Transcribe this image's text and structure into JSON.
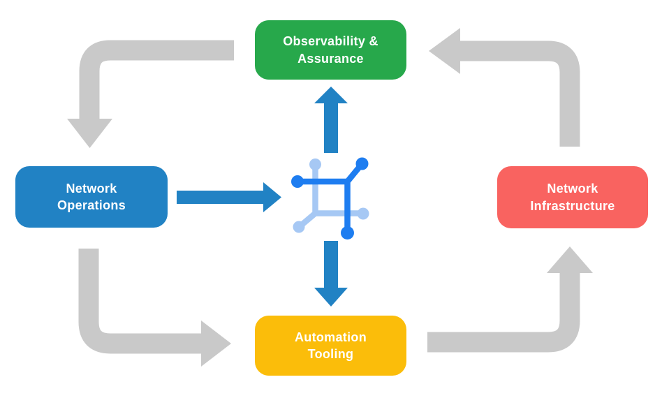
{
  "diagram": {
    "description": "Closed-loop network automation cycle diagram with four stages around a central network platform icon",
    "nodes": [
      {
        "id": "observability-assurance",
        "label": "Observability &\nAssurance",
        "color": "#27A84B"
      },
      {
        "id": "network-operations",
        "label": "Network\nOperations",
        "color": "#2182C4"
      },
      {
        "id": "network-infrastructure",
        "label": "Network\nInfrastructure",
        "color": "#F96360"
      },
      {
        "id": "automation-tooling",
        "label": "Automation\nTooling",
        "color": "#FBBD0A"
      }
    ],
    "flows": [
      {
        "from": "observability-assurance",
        "to": "network-operations",
        "style": "gray-elbow"
      },
      {
        "from": "network-operations",
        "to": "automation-tooling",
        "style": "gray-elbow"
      },
      {
        "from": "automation-tooling",
        "to": "network-infrastructure",
        "style": "gray-elbow"
      },
      {
        "from": "network-infrastructure",
        "to": "observability-assurance",
        "style": "gray-elbow"
      },
      {
        "from": "network-operations",
        "to": "center-icon",
        "style": "blue-straight"
      },
      {
        "from": "center-icon",
        "to": "observability-assurance",
        "style": "blue-straight"
      },
      {
        "from": "center-icon",
        "to": "automation-tooling",
        "style": "blue-straight"
      }
    ],
    "center_icon": "network-platform-mesh-icon"
  },
  "colors": {
    "background": "#FFFFFF",
    "label_text": "#FFFFFF",
    "cycle_arrow_gray": "#C9C9C9",
    "io_arrow_blue": "#2182C4",
    "icon_dark_blue": "#1E7DF0",
    "icon_light_blue": "#A6C8F4"
  }
}
